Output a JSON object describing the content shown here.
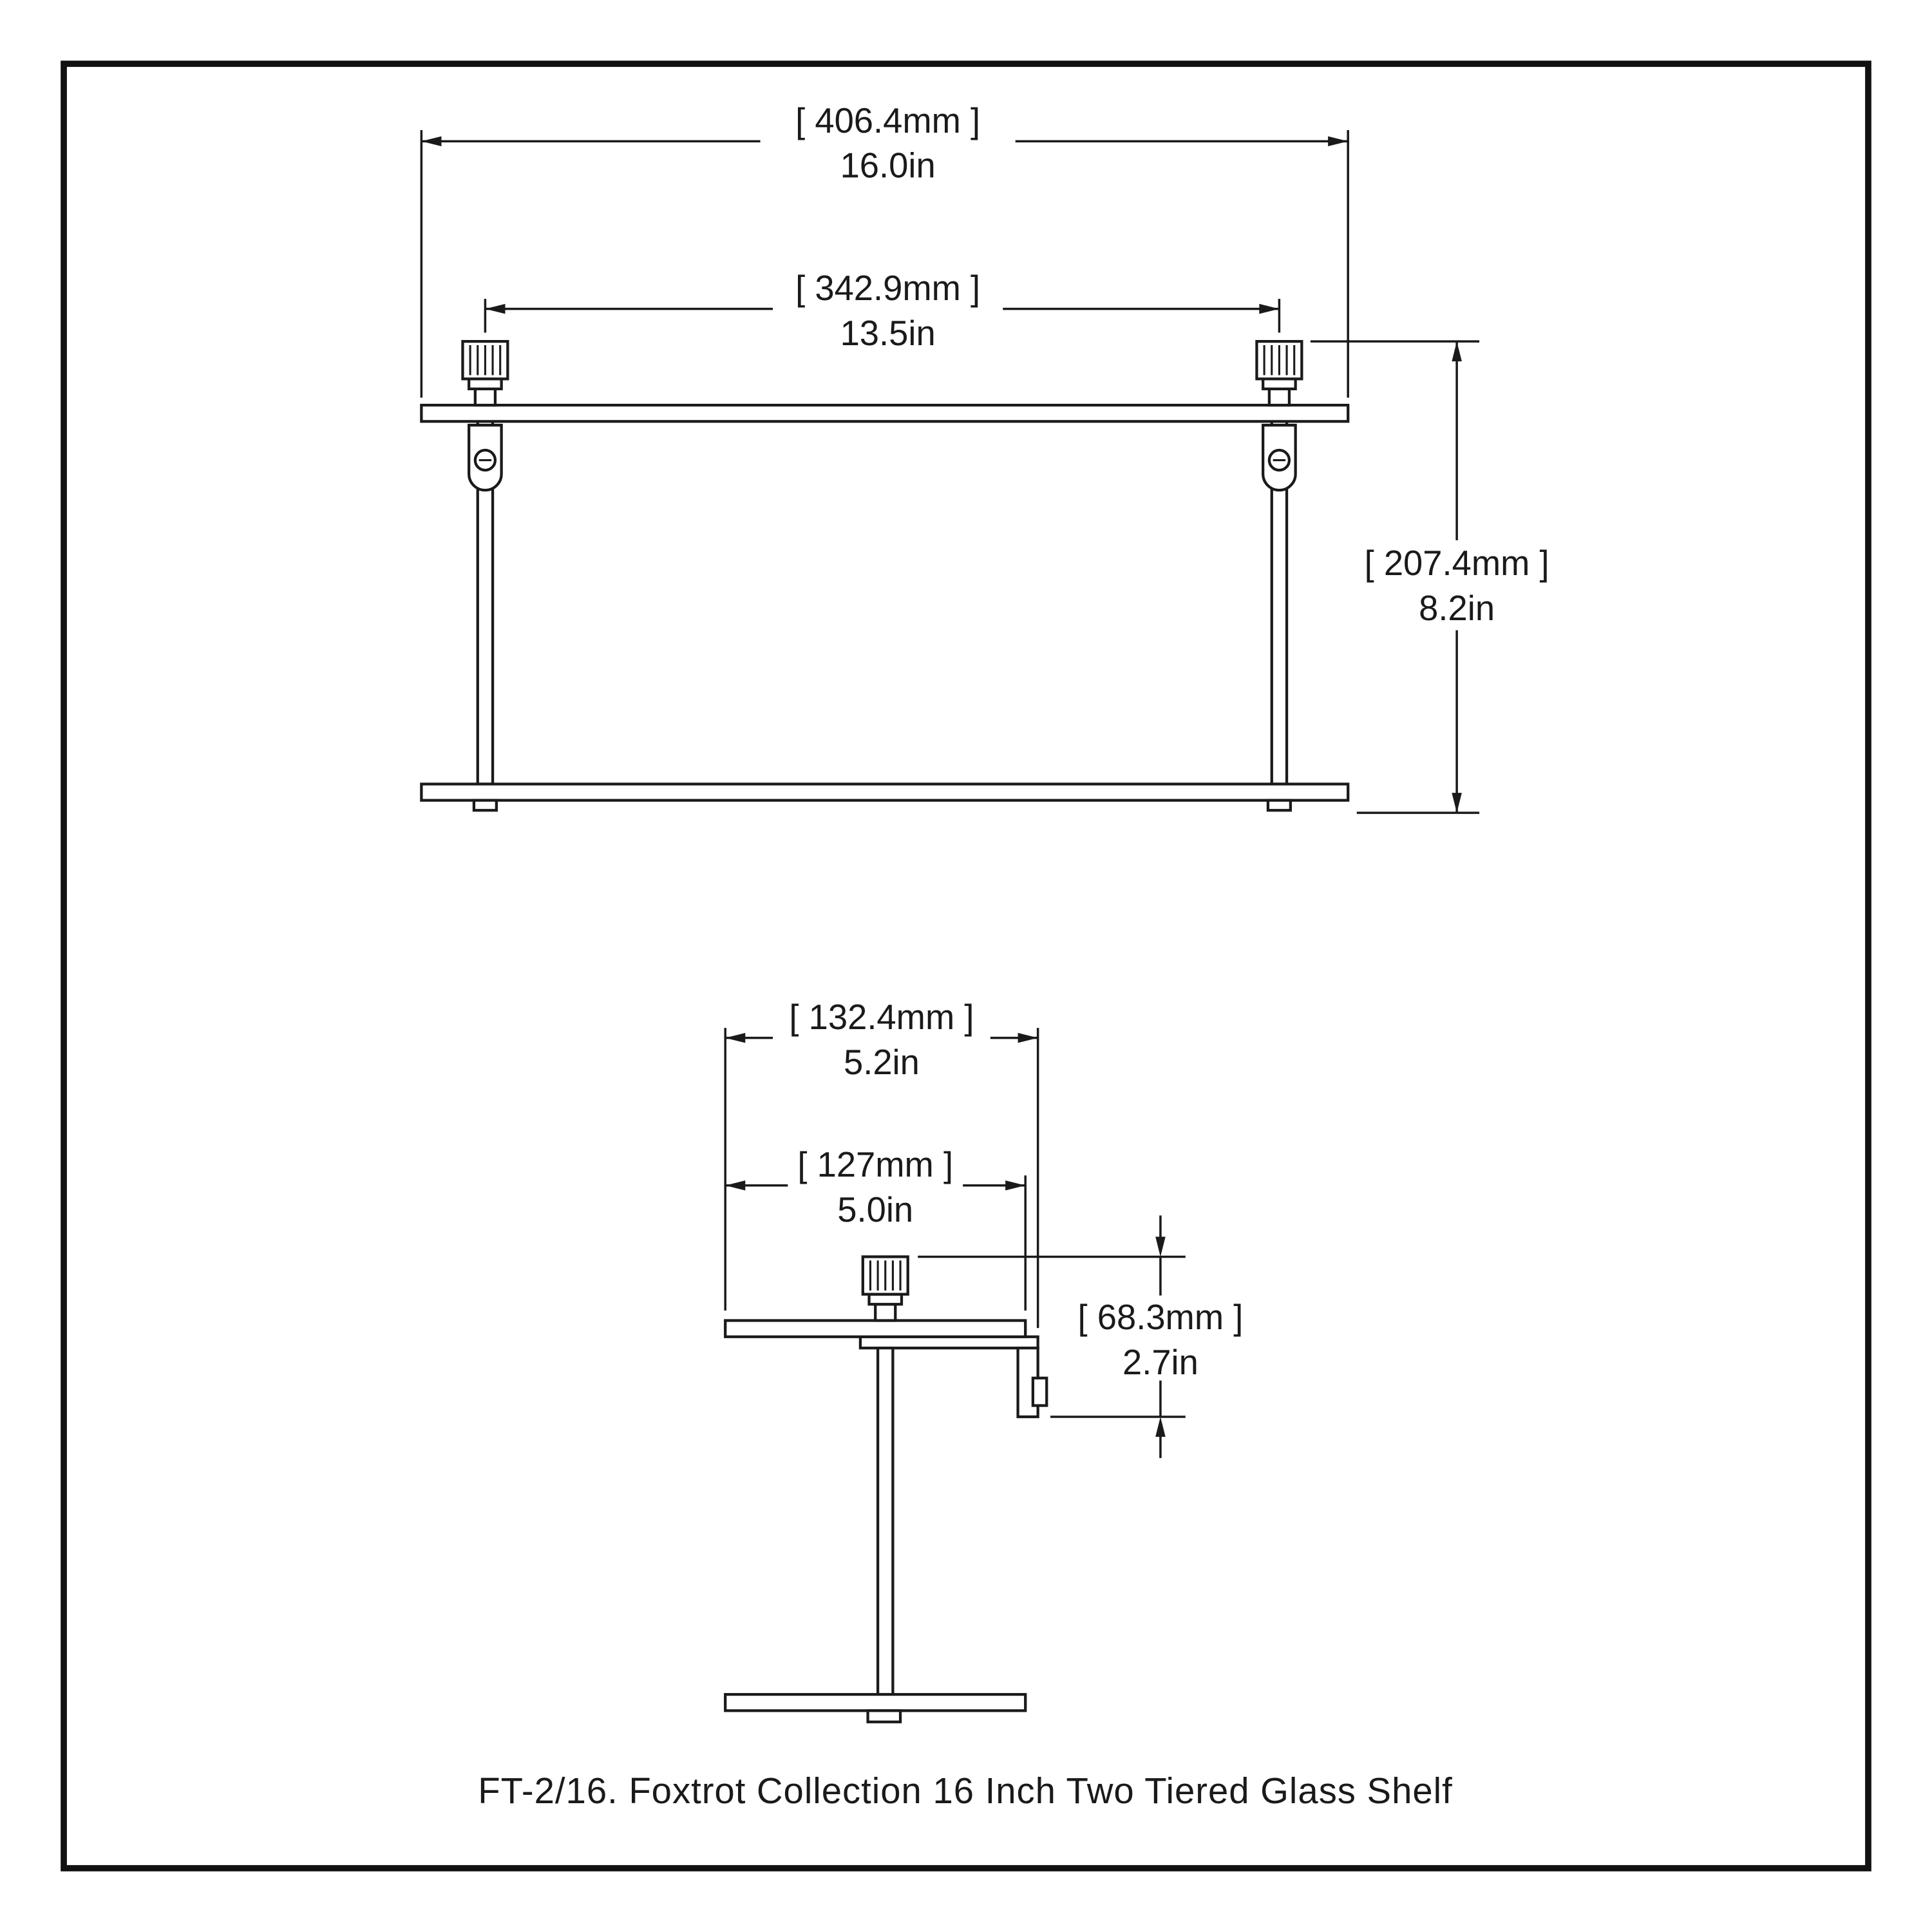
{
  "caption": "FT-2/16. Foxtrot Collection 16 Inch Two Tiered Glass Shelf",
  "colors": {
    "line": "#1a1a1a",
    "background": "#ffffff",
    "frame": "#111111"
  },
  "front_view": {
    "overall_width": {
      "metric": "[ 406.4mm ]",
      "imperial": "16.0in"
    },
    "post_spacing": {
      "metric": "[ 342.9mm ]",
      "imperial": "13.5in"
    },
    "height": {
      "metric": "[ 207.4mm ]",
      "imperial": "8.2in"
    }
  },
  "side_view": {
    "overall_depth": {
      "metric": "[ 132.4mm ]",
      "imperial": "5.2in"
    },
    "glass_depth": {
      "metric": "[ 127mm ]",
      "imperial": "5.0in"
    },
    "shelf_drop": {
      "metric": "[ 68.3mm ]",
      "imperial": "2.7in"
    }
  }
}
